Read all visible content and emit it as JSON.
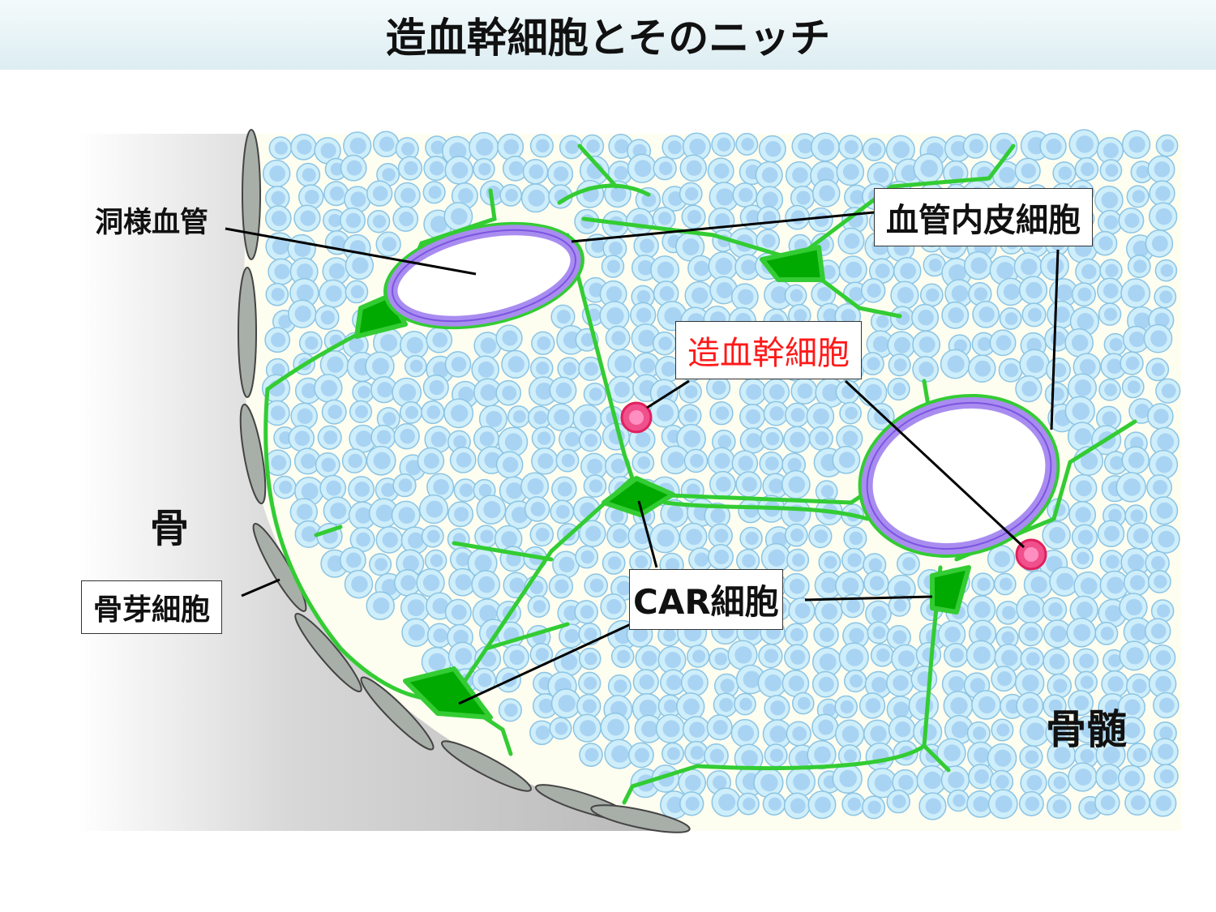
{
  "title": "造血幹細胞とそのニッチ",
  "labels": {
    "sinusoid": "洞様血管",
    "endothelial": "血管内皮細胞",
    "hsc": "造血幹細胞",
    "bone": "骨",
    "osteoblast": "骨芽細胞",
    "car": "CAR細胞",
    "marrow": "骨髄"
  },
  "colors": {
    "hsc_label": "#ff1a1a",
    "car_cell": "#33cc33",
    "endothelium": "#a98cf0",
    "blood_cell": "#b3dcf5",
    "marrow_bg": "#fdfdf0",
    "hsc": "#f0508c"
  }
}
